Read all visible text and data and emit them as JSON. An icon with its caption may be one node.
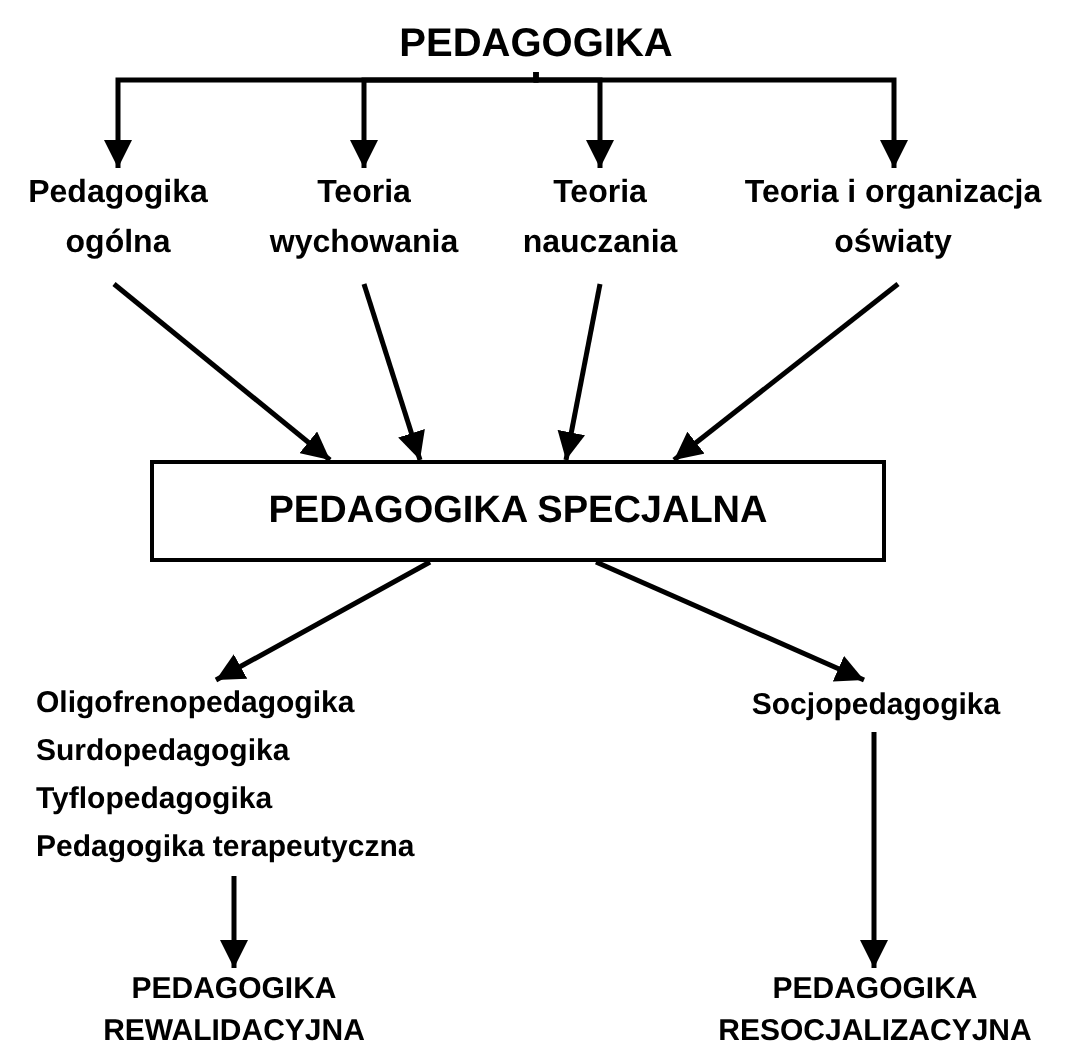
{
  "diagram": {
    "nodes": [
      {
        "text": [
          "PEDAGOGIKA"
        ]
      },
      {
        "text": [
          "Pedagogika ogólna"
        ]
      },
      {
        "text": [
          "Teoria wychowania"
        ]
      },
      {
        "text": [
          "Teoria nauczania"
        ]
      },
      {
        "text": [
          "Teoria i organizacja oświaty"
        ]
      },
      {
        "text": [
          "PEDAGOGIKA SPECJALNA"
        ]
      },
      {
        "text": [
          "Oligofrenopedagogika",
          "Surdopedagogika",
          "Tyflopedagogika",
          "Pedagogika terapeutyczna"
        ]
      },
      {
        "text": [
          "Socjopedagogika"
        ]
      },
      {
        "text": [
          "PEDAGOGIKA REWALIDACYJNA"
        ]
      },
      {
        "text": [
          "PEDAGOGIKA RESOCJALIZACYJNA"
        ]
      }
    ],
    "edges": [
      {
        "from": 0,
        "to": 1,
        "arrow": "to"
      },
      {
        "from": 0,
        "to": 2,
        "arrow": "to"
      },
      {
        "from": 0,
        "to": 3,
        "arrow": "to"
      },
      {
        "from": 0,
        "to": 4,
        "arrow": "to"
      },
      {
        "from": 1,
        "to": 5,
        "arrow": "to"
      },
      {
        "from": 2,
        "to": 5,
        "arrow": "to"
      },
      {
        "from": 3,
        "to": 5,
        "arrow": "to"
      },
      {
        "from": 4,
        "to": 5,
        "arrow": "to"
      },
      {
        "from": 5,
        "to": 6,
        "arrow": "to"
      },
      {
        "from": 5,
        "to": 7,
        "arrow": "to"
      },
      {
        "from": 6,
        "to": 8,
        "arrow": "to"
      },
      {
        "from": 7,
        "to": 9,
        "arrow": "to"
      }
    ]
  }
}
